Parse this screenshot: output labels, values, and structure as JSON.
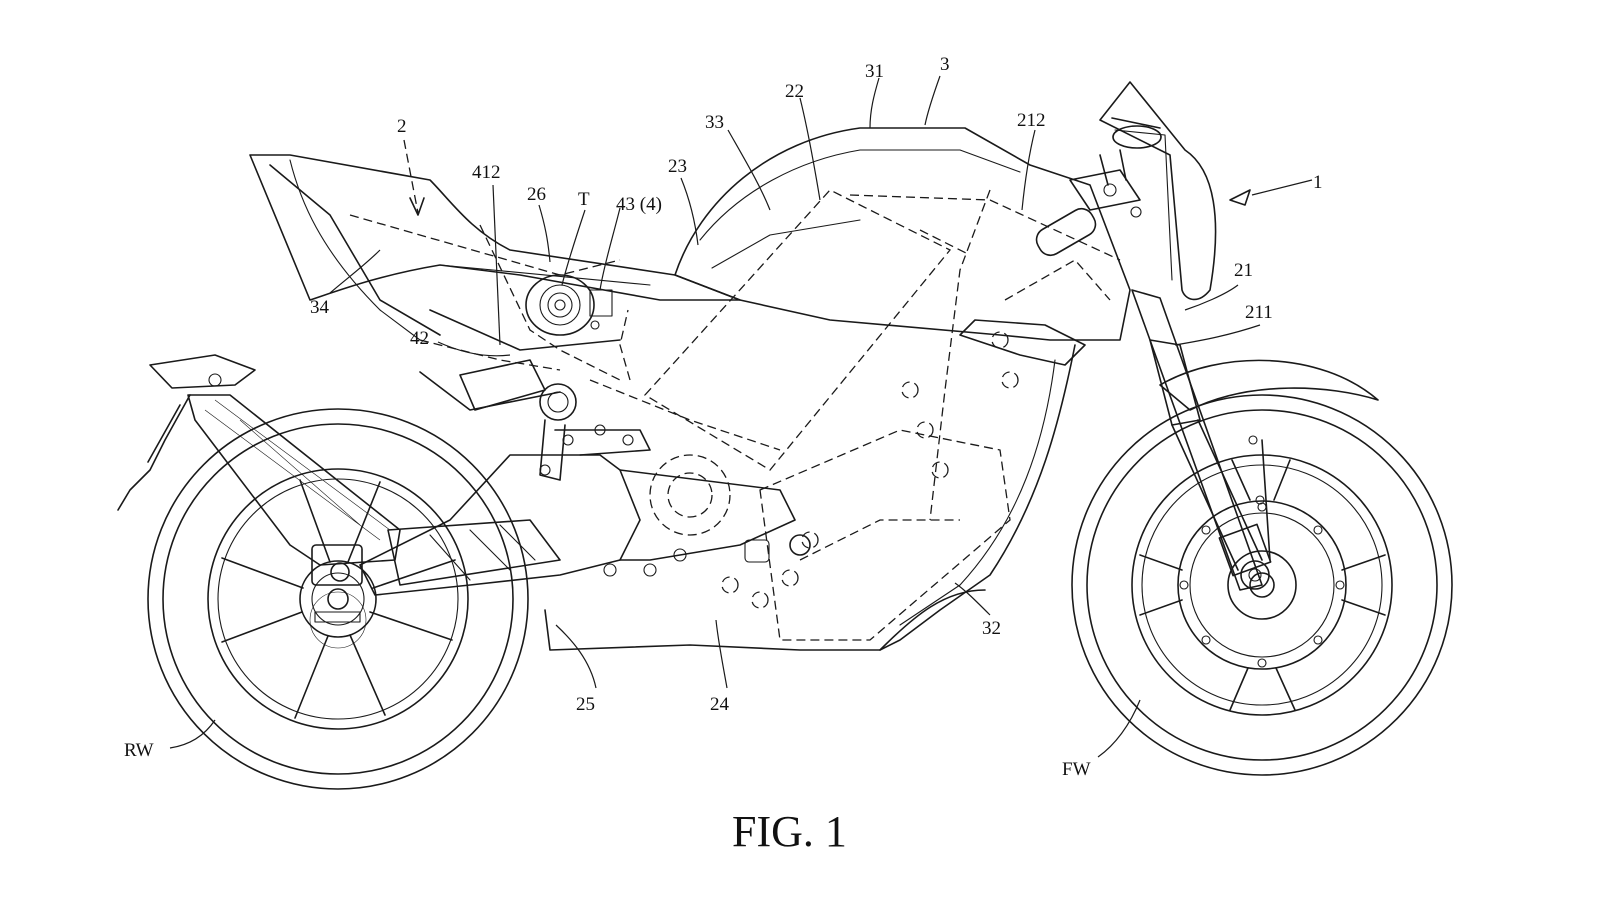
{
  "figure": {
    "caption": "FIG. 1"
  },
  "labels": {
    "l1": "1",
    "l2": "2",
    "l3": "3",
    "l21": "21",
    "l22": "22",
    "l23": "23",
    "l24": "24",
    "l25": "25",
    "l26": "26",
    "l31": "31",
    "l32": "32",
    "l33": "33",
    "l34": "34",
    "l42": "42",
    "l43": "43 (4)",
    "l211": "211",
    "l212": "212",
    "l412": "412",
    "lT": "T",
    "lRW": "RW",
    "lFW": "FW"
  }
}
